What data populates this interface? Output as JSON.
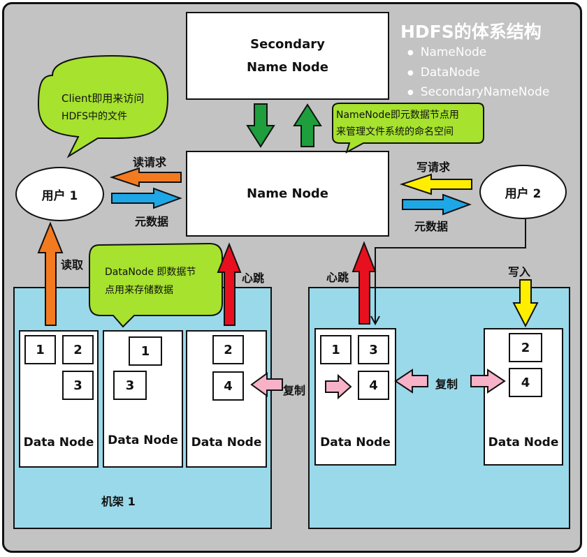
{
  "title": "HDFS的体系结构",
  "bullets": [
    "NameNode",
    "DataNode",
    "SecondaryNameNode"
  ],
  "secondary_name_node": {
    "line1": "Secondary",
    "line2": "Name Node"
  },
  "name_node": "Name Node",
  "callouts": {
    "client_line1": "Client即用来访问",
    "client_line2": "HDFS中的文件",
    "namenode_line1": "NameNode即元数据节点用",
    "namenode_line2": "来管理文件系统的命名空间",
    "datanode_line1": "DataNode 即数据节",
    "datanode_line2": "点用来存储数据"
  },
  "users": {
    "user1": "用户 1",
    "user2": "用户 2"
  },
  "labels": {
    "read_request": "读请求",
    "metadata_left": "元数据",
    "write_request": "写请求",
    "metadata_right": "元数据",
    "read": "读取",
    "heartbeat_left": "心跳",
    "heartbeat_right": "心跳",
    "write_in": "写入",
    "copy_left": "复制",
    "copy_right": "复制"
  },
  "rack1_label": "机架 1",
  "data_nodes": [
    {
      "label": "Data Node",
      "blocks": [
        "1",
        "2",
        "3"
      ]
    },
    {
      "label": "Data Node",
      "blocks": [
        "1",
        "3"
      ]
    },
    {
      "label": "Data Node",
      "blocks": [
        "2",
        "4"
      ]
    },
    {
      "label": "Data Node",
      "blocks": [
        "1",
        "3",
        "4"
      ]
    },
    {
      "label": "Data Node",
      "blocks": [
        "2",
        "4"
      ]
    }
  ],
  "colors": {
    "background": "#c3c3c3",
    "rack": "#99d9ea",
    "callout": "#a6e22e",
    "arrow_orange": "#f47a20",
    "arrow_blue": "#1ea7e6",
    "arrow_yellow": "#ffee00",
    "arrow_red": "#e8101e",
    "arrow_green": "#1e9e3c",
    "arrow_pink": "#f7b2c8"
  }
}
